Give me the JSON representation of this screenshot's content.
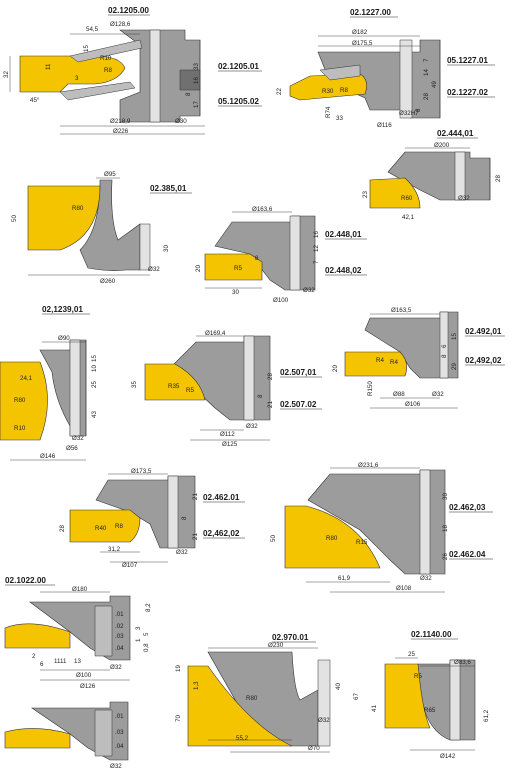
{
  "colors": {
    "workpiece": "#f5c400",
    "tool_body": "#9c9c9c",
    "tool_light": "#d8d8d8",
    "ink": "#1a1a1a"
  },
  "tools": [
    {
      "id": "t1",
      "codes": [
        "02.1205.00",
        "02.1205.01",
        "05.1205.02"
      ],
      "dims": [
        "54,5",
        "Ø128,6",
        "32",
        "11",
        "15",
        "R8",
        "R10",
        "3",
        "45°",
        "Ø218,9",
        "Ø226",
        "33",
        "16",
        "8",
        "17",
        "Ø30",
        "Ø"
      ]
    },
    {
      "id": "t2",
      "codes": [
        "02.1227.00",
        "05.1227.01",
        "02.1227.02"
      ],
      "dims": [
        "Ø182",
        "Ø175,5",
        "22",
        "R30",
        "R8",
        "R74",
        "33",
        "Ø116",
        "Ø32H7",
        "7",
        "14",
        "49",
        "28",
        "8"
      ]
    },
    {
      "id": "t3",
      "codes": [
        "02.444,01"
      ],
      "dims": [
        "Ø200",
        "23",
        "28",
        "R60",
        "42,1",
        "Ø32"
      ]
    },
    {
      "id": "t4",
      "codes": [
        "02.385,01"
      ],
      "dims": [
        "Ø95",
        "50",
        "R80",
        "30",
        "Ø32",
        "Ø260"
      ]
    },
    {
      "id": "t5",
      "codes": [
        "02.448,01",
        "02.448,02"
      ],
      "dims": [
        "Ø163,6",
        "20",
        "R5",
        "8",
        "30",
        "Ø100",
        "Ø32",
        "16",
        "12",
        "7"
      ]
    },
    {
      "id": "t6",
      "codes": [
        "02,1239,01"
      ],
      "dims": [
        "Ø90",
        "24,1",
        "R80",
        "R10",
        "Ø146",
        "Ø56",
        "Ø32",
        "10",
        "25",
        "43",
        "15"
      ]
    },
    {
      "id": "t7",
      "codes": [
        "02.507,01",
        "02.507.02"
      ],
      "dims": [
        "Ø169,4",
        "35",
        "R35",
        "R5",
        "Ø112",
        "Ø125",
        "Ø32",
        "28",
        "21",
        "8"
      ]
    },
    {
      "id": "t8",
      "codes": [
        "02.492,01",
        "02,492,02"
      ],
      "dims": [
        "Ø163,5",
        "20",
        "R150",
        "R4",
        "R4",
        "Ø88",
        "Ø106",
        "Ø32",
        "15",
        "8",
        "29",
        "6"
      ]
    },
    {
      "id": "t9",
      "codes": [
        "02.462.01",
        "02,462,02"
      ],
      "dims": [
        "Ø173,5",
        "28",
        "R40",
        "R8",
        "31,2",
        "Ø107",
        "Ø32",
        "21",
        "21",
        "8"
      ]
    },
    {
      "id": "t10",
      "codes": [
        "02.462,03",
        "02.462.04"
      ],
      "dims": [
        "Ø231,6",
        "50",
        "R80",
        "R15",
        "61,9",
        "Ø108",
        "Ø32",
        "30",
        "18",
        "26"
      ]
    },
    {
      "id": "t11",
      "codes": [
        "02.1022.00"
      ],
      "dims": [
        "Ø180",
        "Ø100",
        "Ø126",
        "Ø32",
        "13",
        "11",
        "2",
        "6",
        "8,2",
        ".01",
        ".02",
        ".03",
        ".04",
        ".01",
        ".03",
        ".04",
        "3",
        "1",
        "5",
        "11",
        "0,8",
        "Ø32"
      ]
    },
    {
      "id": "t12",
      "codes": [
        "02.970.01"
      ],
      "dims": [
        "Ø230",
        "19",
        "1,3",
        "R80",
        "70",
        "55,2",
        "Ø70",
        "Ø32",
        "40",
        "67"
      ]
    },
    {
      "id": "t13",
      "codes": [
        "02.1140.00"
      ],
      "dims": [
        "25",
        "Ø83,6",
        "41",
        "R5",
        "R65",
        "Ø142",
        "61,2"
      ]
    }
  ]
}
